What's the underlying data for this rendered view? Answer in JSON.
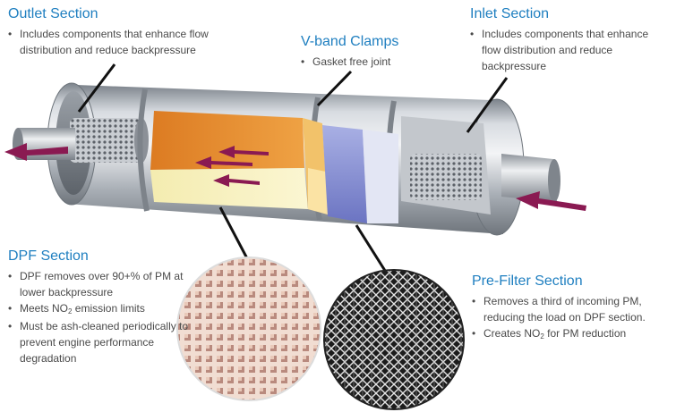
{
  "outlet": {
    "title": "Outlet Section",
    "bullets": [
      "Includes components that enhance flow distribution and reduce backpressure"
    ]
  },
  "vband": {
    "title": "V-band Clamps",
    "bullets": [
      "Gasket free joint"
    ]
  },
  "inlet": {
    "title": "Inlet Section",
    "bullets": [
      "Includes components that enhance flow distribution and reduce backpressure"
    ]
  },
  "dpf": {
    "title": "DPF Section",
    "bullet1": "DPF removes over 90+% of PM at lower backpressure",
    "bullet2_pre": "Meets NO",
    "bullet2_sub": "2",
    "bullet2_post": " emission limits",
    "bullet3": "Must be ash-cleaned periodically to prevent engine performance degradation"
  },
  "prefilter": {
    "title": "Pre-Filter Section",
    "bullet1": "Removes a third of incoming PM, reducing the load on DPF section.",
    "bullet2_pre": "Creates NO",
    "bullet2_sub": "2",
    "bullet2_post": " for PM reduction"
  },
  "colors": {
    "title_blue": "#1f7fc0",
    "arrow": "#8a1a52",
    "orange": "#e88a2a",
    "cream": "#f8f2b8",
    "prefilter_blue": "#8f97d8"
  }
}
